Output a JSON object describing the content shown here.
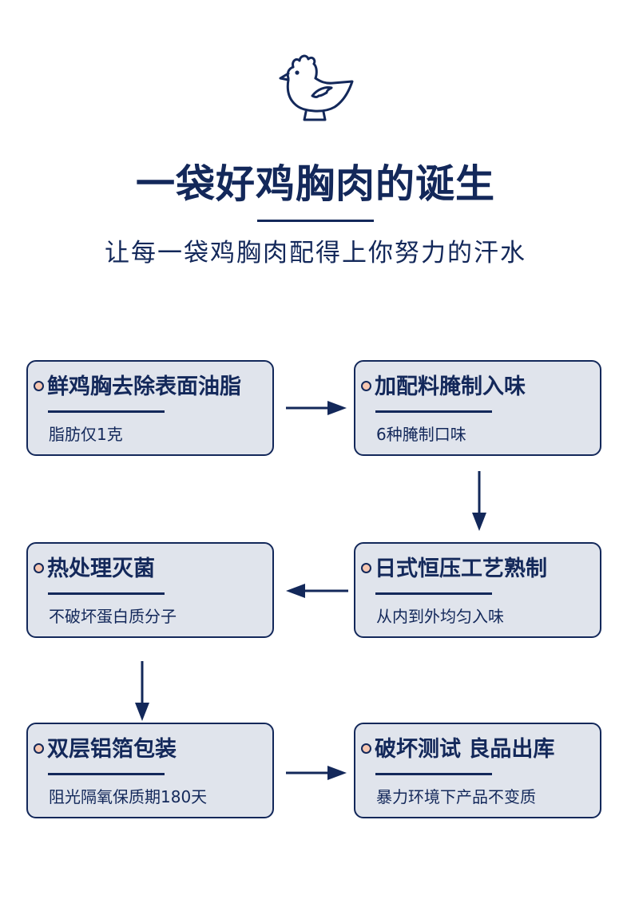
{
  "header": {
    "logo_icon": "chicken-bowl-icon",
    "title": "一袋好鸡胸肉的诞生",
    "subtitle": "让每一袋鸡胸肉配得上你努力的汗水"
  },
  "colors": {
    "primary": "#13285a",
    "card_background": "#e0e4ec",
    "dot_fill": "#f7c7b1",
    "page_background": "#ffffff"
  },
  "steps": [
    {
      "title": "鲜鸡胸去除表面油脂",
      "desc": "脂肪仅1克"
    },
    {
      "title": "加配料腌制入味",
      "desc": "6种腌制口味"
    },
    {
      "title": "日式恒压工艺熟制",
      "desc": "从内到外均匀入味"
    },
    {
      "title": "热处理灭菌",
      "desc": "不破坏蛋白质分子"
    },
    {
      "title": "双层铝箔包装",
      "desc": "阻光隔氧保质期180天"
    },
    {
      "title": "破坏测试 良品出库",
      "desc": "暴力环境下产品不变质"
    }
  ],
  "flow": [
    {
      "from": 1,
      "to": 2,
      "direction": "right"
    },
    {
      "from": 2,
      "to": 3,
      "direction": "down"
    },
    {
      "from": 3,
      "to": 4,
      "direction": "left"
    },
    {
      "from": 4,
      "to": 5,
      "direction": "down"
    },
    {
      "from": 5,
      "to": 6,
      "direction": "right"
    }
  ]
}
